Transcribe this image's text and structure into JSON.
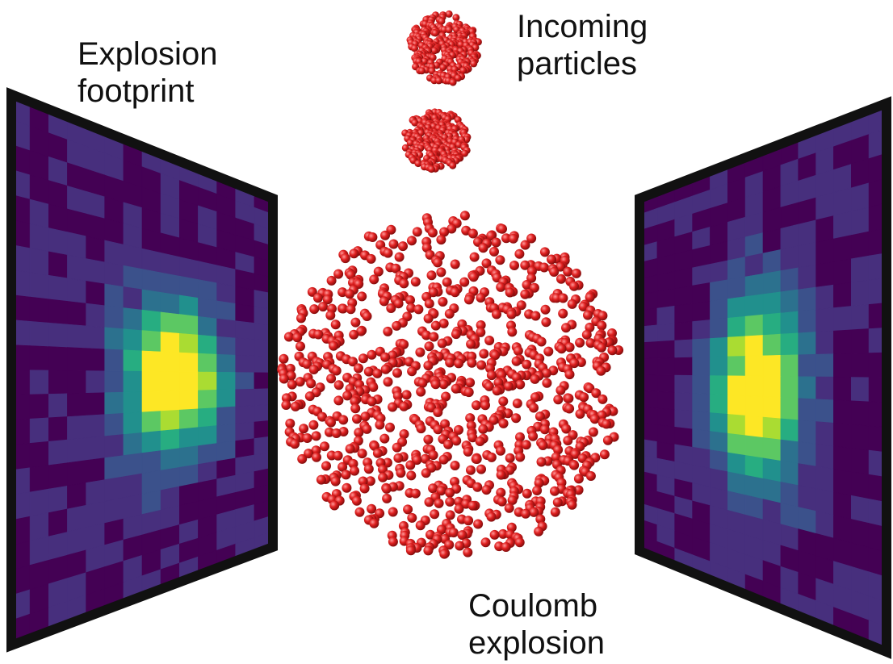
{
  "labels": {
    "explosion_footprint": [
      "Explosion",
      "footprint"
    ],
    "incoming_particles": [
      "Incoming",
      "particles"
    ],
    "coulomb_explosion": [
      "Coulomb",
      "explosion"
    ]
  },
  "colors": {
    "particle": "#d81e1e",
    "particle_highlight": "#ff8a8a",
    "particle_shadow": "#7a0a0a",
    "frame": "#111111",
    "viridis": [
      "#440154",
      "#472f7d",
      "#3b518b",
      "#2c718e",
      "#21908d",
      "#27ad81",
      "#5cc863",
      "#aadc32",
      "#fde725"
    ]
  }
}
